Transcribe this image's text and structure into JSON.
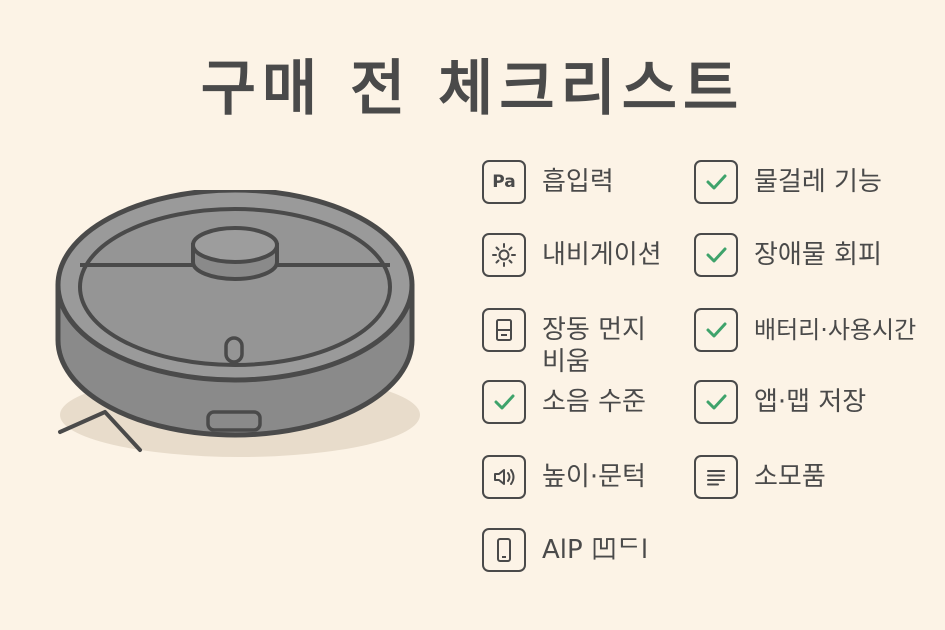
{
  "title": "구매 전 체크리스트",
  "colors": {
    "background": "#fcf3e6",
    "ink": "#4a4a4a",
    "check": "#3fa36b",
    "robot_body": "#8a8a8a",
    "robot_top": "#999999"
  },
  "left_column": [
    {
      "icon": "pa-icon",
      "icon_text": "Pa",
      "label": "흡입력"
    },
    {
      "icon": "sun-icon",
      "label": "내비게이션"
    },
    {
      "icon": "bin-icon",
      "label": "장동 먼지 비움"
    },
    {
      "icon": "check-icon",
      "label": "소음 수준"
    },
    {
      "icon": "speaker-icon",
      "label": "높이·문턱"
    },
    {
      "icon": "phone-icon",
      "label": "AlP 凹ᄃl"
    }
  ],
  "right_column": [
    {
      "icon": "check-icon",
      "label": "물걸레 기능"
    },
    {
      "icon": "check-icon",
      "label": "장애물 회피"
    },
    {
      "icon": "check-icon",
      "label": "배터리·사용시간"
    },
    {
      "icon": "check-icon",
      "label": "앱·맵 저장"
    },
    {
      "icon": "list-icon",
      "label": "소모품"
    }
  ]
}
